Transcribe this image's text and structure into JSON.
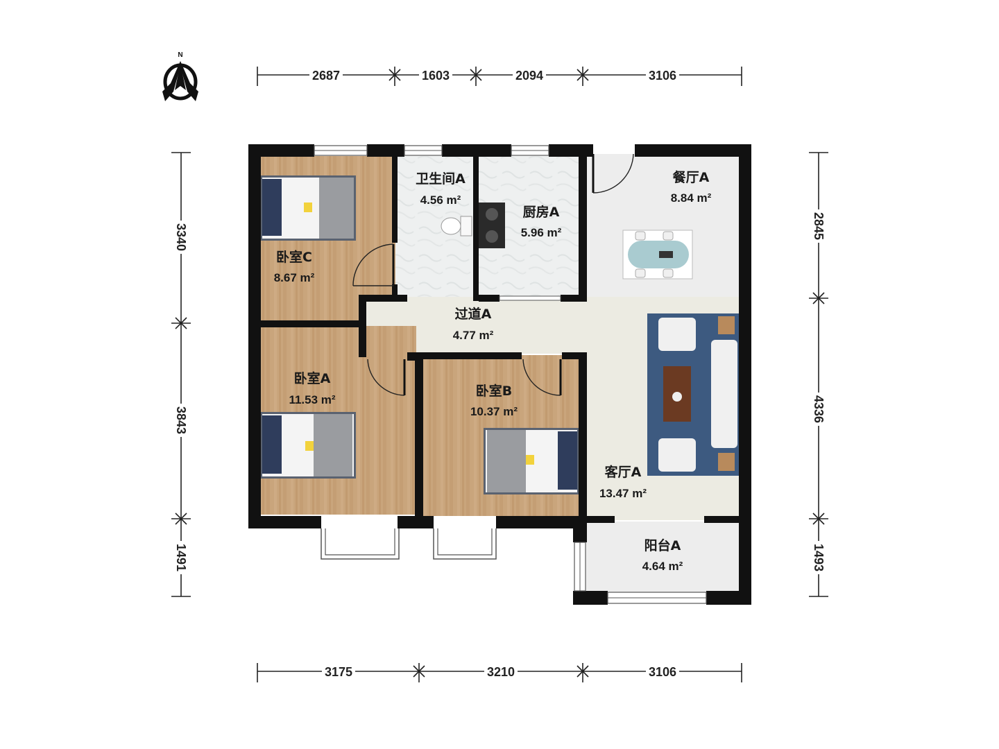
{
  "compass": {
    "label": "N",
    "icon": "north-arrow-icon"
  },
  "rooms": [
    {
      "id": "bedroom-c",
      "name": "卧室C",
      "area": "8.67 m²"
    },
    {
      "id": "bathroom-a",
      "name": "卫生间A",
      "area": "4.56 m²"
    },
    {
      "id": "kitchen-a",
      "name": "厨房A",
      "area": "5.96 m²"
    },
    {
      "id": "dining-a",
      "name": "餐厅A",
      "area": "8.84 m²"
    },
    {
      "id": "hallway-a",
      "name": "过道A",
      "area": "4.77 m²"
    },
    {
      "id": "bedroom-a",
      "name": "卧室A",
      "area": "11.53 m²"
    },
    {
      "id": "bedroom-b",
      "name": "卧室B",
      "area": "10.37 m²"
    },
    {
      "id": "living-a",
      "name": "客厅A",
      "area": "13.47 m²"
    },
    {
      "id": "balcony-a",
      "name": "阳台A",
      "area": "4.64 m²"
    }
  ],
  "dimensions": {
    "top": [
      "2687",
      "1603",
      "2094",
      "3106"
    ],
    "bottom": [
      "3175",
      "3210",
      "3106"
    ],
    "left": [
      "3340",
      "3843",
      "1491"
    ],
    "right": [
      "2845",
      "4336",
      "1493"
    ]
  },
  "colors": {
    "wall": "#111111",
    "wood_floor": "#c9a57c",
    "tile_floor": "#eef0f0",
    "hall_floor": "#ecebe2",
    "rug": "#3d5a80"
  }
}
